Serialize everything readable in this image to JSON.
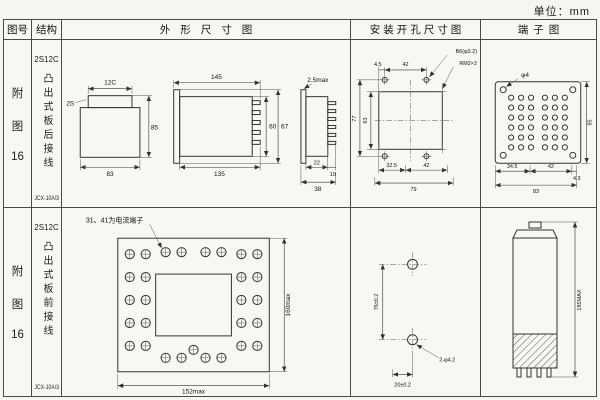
{
  "page": {
    "unit_label": "单位：mm"
  },
  "header": {
    "figure": "图号",
    "structure": "结构",
    "outline": "外形尺寸图",
    "mounting": "安装开孔尺寸图",
    "terminal": "端子图"
  },
  "row1": {
    "figure": {
      "c1": "附",
      "c2": "图",
      "c3": "16"
    },
    "model": "2S12C",
    "structure_text": "凸出式板后接线",
    "product_code": "JCX-10A/3",
    "outline": {
      "front_top": "12C",
      "front_left": "2S",
      "front_right": "85",
      "front_bottom": "83",
      "side_top": "145",
      "side_bottom": "135",
      "side_h_outer": "67",
      "side_h_inner": "60",
      "panel_top": "2.5max",
      "panel_d1": "22",
      "panel_d2": "10",
      "panel_total": "38"
    },
    "mounting": {
      "top_offset": "4.5",
      "top_pitch": "42",
      "hole_label": "B6(φ3.2)",
      "thread_label": "RM2×2",
      "left_outer": "77",
      "left_inner": "63",
      "bottom_d1": "32.5",
      "bottom_d2": "42",
      "bottom_total": "79"
    },
    "terminal": {
      "hole_label": "φ4",
      "bottom_d1": "34.5",
      "bottom_d2": "42",
      "bottom_d3": "4.3",
      "bottom_total": "83",
      "right_height": "85"
    }
  },
  "row2": {
    "figure": {
      "c1": "附",
      "c2": "图",
      "c3": "16"
    },
    "model": "2S12C",
    "structure_text": "凸出式板前接线",
    "product_code": "JCX-10A/3",
    "outline": {
      "note": "31、41为电流端子",
      "height": "160max",
      "width": "152max"
    },
    "mounting": {
      "pitch_v": "76±0.2",
      "holes_label": "2-φ4.2",
      "offset_h": "20±0.2"
    },
    "terminal": {
      "height": "185MAX"
    }
  }
}
